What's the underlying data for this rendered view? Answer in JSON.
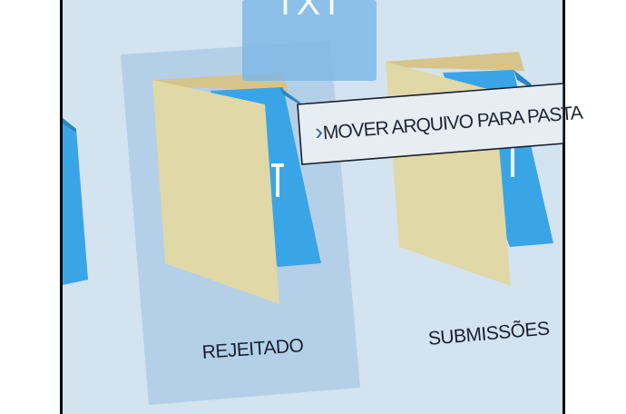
{
  "dragged_file": {
    "label": "TXT",
    "icon": "txt-file-icon"
  },
  "folders": [
    {
      "label": "REJEITADO",
      "selected": true,
      "icon": "folder-icon"
    },
    {
      "label": "SUBMISSÕES",
      "selected": false,
      "icon": "folder-icon"
    }
  ],
  "tooltip": {
    "text": "MOVER ARQUIVO PARA PASTA",
    "icon": "chevron-right-icon"
  },
  "colors": {
    "background": "#d3e3ef",
    "selection": "#b3d0e8",
    "folder_front": "#e0d8a6",
    "folder_back": "#d6c48a",
    "file_blue": "#3aa5e6",
    "dragged_file": "#7db8e6"
  }
}
